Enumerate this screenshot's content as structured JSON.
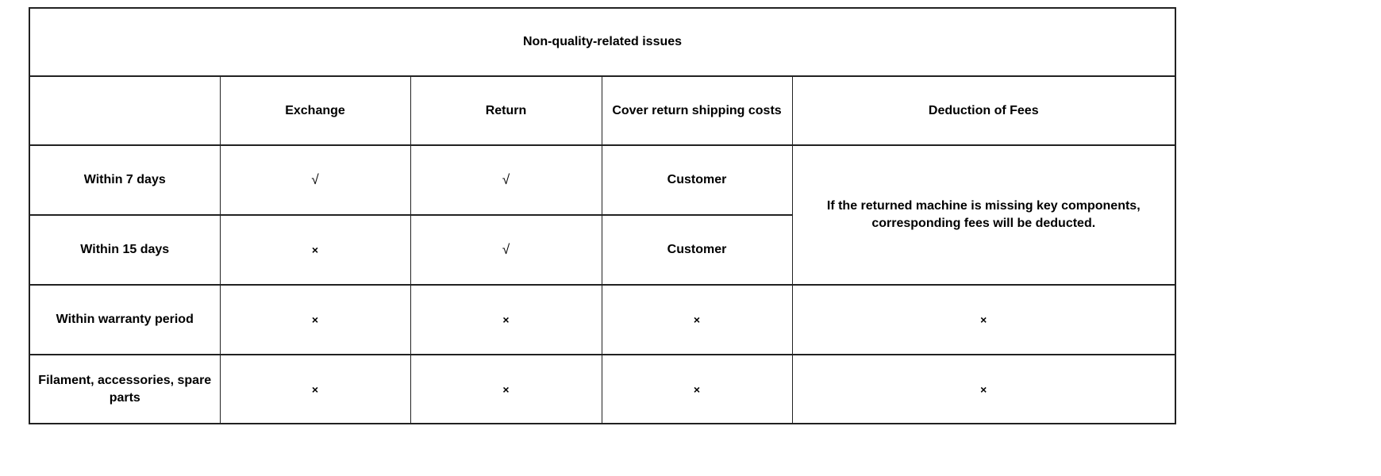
{
  "table": {
    "title": "Non-quality-related issues",
    "columns": [
      "Exchange",
      "Return",
      "Cover return shipping costs",
      "Deduction of Fees"
    ],
    "rows": [
      {
        "label": "Within 7 days",
        "cells": [
          "√",
          "√",
          "Customer"
        ]
      },
      {
        "label": "Within 15 days",
        "cells": [
          "×",
          "√",
          "Customer"
        ]
      },
      {
        "label": "Within warranty period",
        "cells": [
          "×",
          "×",
          "×",
          "×"
        ]
      },
      {
        "label": "Filament, accessories, spare parts",
        "cells": [
          "×",
          "×",
          "×",
          "×"
        ]
      }
    ],
    "deduction_note": "If the returned machine is missing key components, corresponding fees will be deducted.",
    "symbols": {
      "allowed": "√",
      "not_allowed": "×"
    }
  },
  "colors": {
    "background": "#ffffff",
    "border": "#222222",
    "text": "#000000"
  }
}
